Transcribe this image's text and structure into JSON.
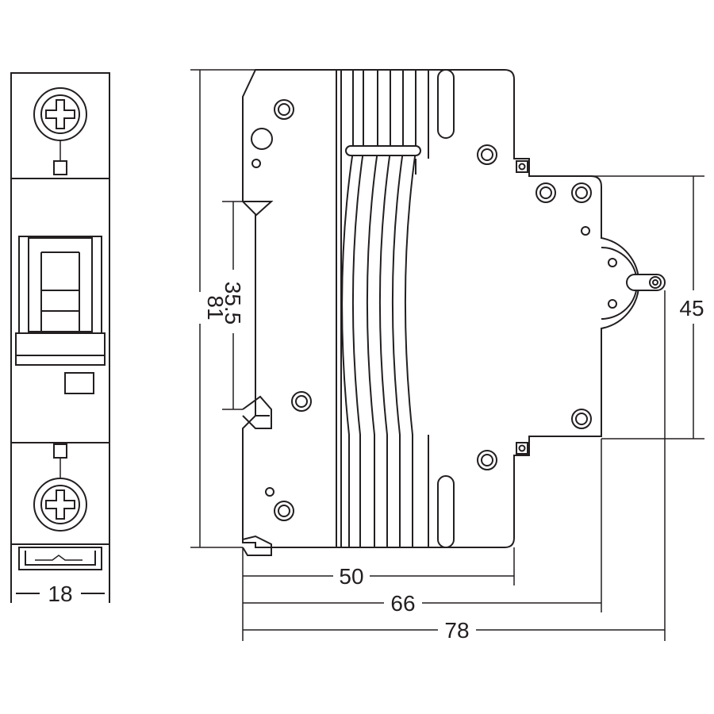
{
  "dimensions": {
    "width_front": "18",
    "height": "81",
    "rail_height": "35.5",
    "depth_50": "50",
    "depth_66": "66",
    "depth_78": "78",
    "handle_height": "45"
  },
  "colors": {
    "line": "#231f20",
    "background": "#ffffff"
  },
  "icons": [
    "terminal-screw-icon",
    "toggle-handle-icon",
    "din-rail-clip-icon"
  ]
}
